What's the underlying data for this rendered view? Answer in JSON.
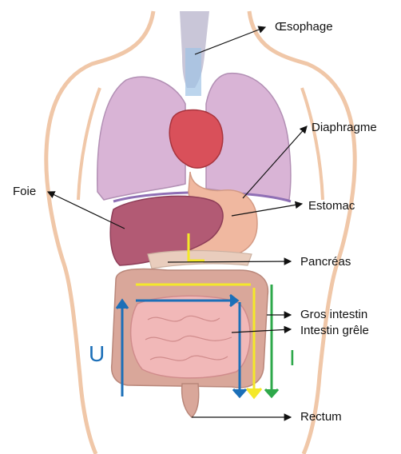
{
  "labels": {
    "oesophage": "Œsophage",
    "diaphragme": "Diaphragme",
    "foie": "Foie",
    "estomac": "Estomac",
    "pancreas": "Pancréas",
    "gros_intestin": "Gros intestin",
    "intestin_grele": "Intestin grêle",
    "rectum": "Rectum",
    "u_mark": "U",
    "i_mark": "I"
  },
  "colors": {
    "skin_outline": "#f0c7a8",
    "lung": "#d9b4d6",
    "heart": "#d9505a",
    "liver": "#b25a74",
    "stomach": "#f0b8a0",
    "colon": "#d9a79a",
    "small_intestine": "#f1b8b8",
    "trachea": "#c9c6d8",
    "blue_mark": "#1b6fb8",
    "yellow_mark": "#f4e82a",
    "green_mark": "#2ea84a"
  }
}
